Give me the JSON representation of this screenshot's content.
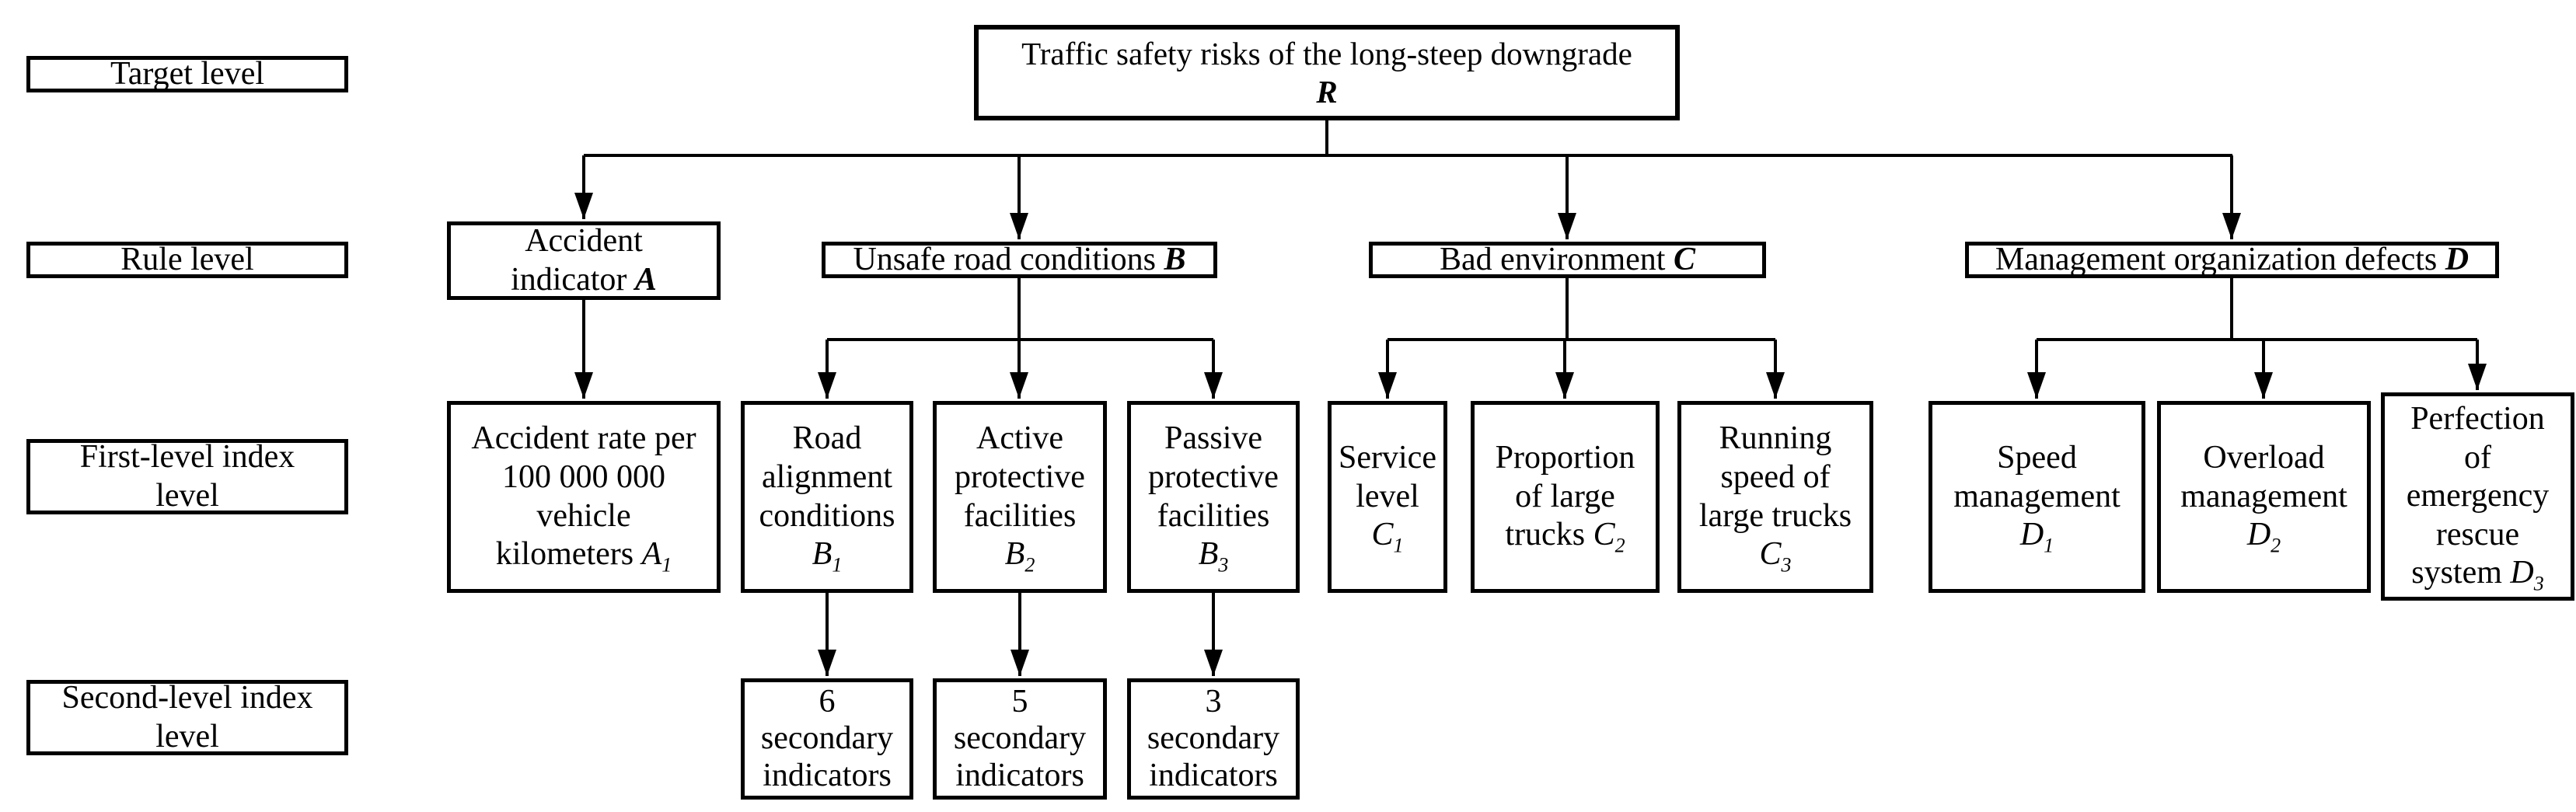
{
  "figure": {
    "background": "#ffffff",
    "line_color": "#000000",
    "description": "Hierarchical index system diagram of traffic safety risks of the long-steep downgrade"
  },
  "level_labels": {
    "target": "Target level",
    "rule": "Rule level",
    "first": "First-level index\nlevel",
    "second": "Second-level index\nlevel"
  },
  "nodes": {
    "r": {
      "text": "Traffic safety risks of the long-steep downgrade",
      "symbol": "R"
    },
    "a": {
      "text": "Accident\nindicator",
      "symbol": "A"
    },
    "b": {
      "text": "Unsafe road conditions",
      "symbol": "B"
    },
    "c": {
      "text": "Bad environment",
      "symbol": "C"
    },
    "d": {
      "text": "Management organization defects",
      "symbol": "D"
    },
    "a1": {
      "text": "Accident rate per\n100 000 000\nvehicle\nkilometers",
      "symbol": "A",
      "sub": "1"
    },
    "b1": {
      "text": "Road\nalignment\nconditions",
      "symbol": "B",
      "sub": "1"
    },
    "b2": {
      "text": "Active\nprotective\nfacilities",
      "symbol": "B",
      "sub": "2"
    },
    "b3": {
      "text": "Passive\nprotective\nfacilities",
      "symbol": "B",
      "sub": "3"
    },
    "c1": {
      "text": "Service\nlevel",
      "symbol": "C",
      "sub": "1"
    },
    "c2": {
      "text": "Proportion\nof large\ntrucks",
      "symbol": "C",
      "sub": "2"
    },
    "c3": {
      "text": "Running\nspeed of\nlarge trucks",
      "symbol": "C",
      "sub": "3"
    },
    "d1": {
      "text": "Speed\nmanagement",
      "symbol": "D",
      "sub": "1"
    },
    "d2": {
      "text": "Overload\nmanagement",
      "symbol": "D",
      "sub": "2"
    },
    "d3": {
      "text": "Perfection\nof\nemergency\nrescue\nsystem",
      "symbol": "D",
      "sub": "3"
    },
    "s1": {
      "text": "6\nsecondary\nindicators"
    },
    "s2": {
      "text": "5\nsecondary\nindicators"
    },
    "s3": {
      "text": "3\nsecondary\nindicators"
    }
  }
}
